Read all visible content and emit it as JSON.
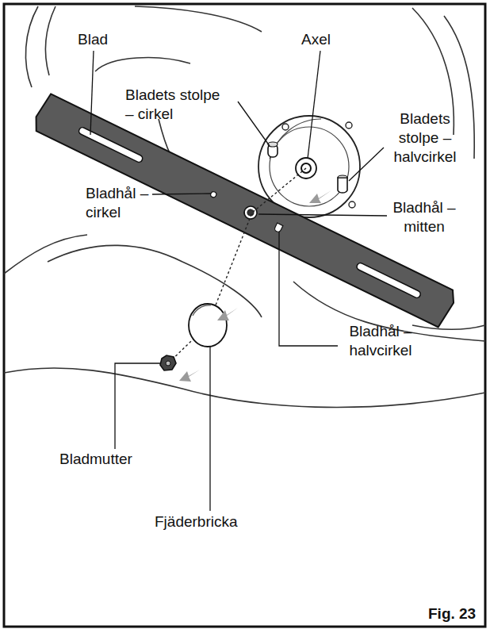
{
  "diagram": {
    "caption": "Fig. 23",
    "labels": [
      "Blad",
      "Axel",
      "Bladets stolpe – cirkel",
      "Bladets stolpe – halvcirkel",
      "Bladhål – cirkel",
      "Bladhål – mitten",
      "Bladhål – halvcirkel",
      "Bladmutter",
      "Fjäderbricka"
    ]
  }
}
